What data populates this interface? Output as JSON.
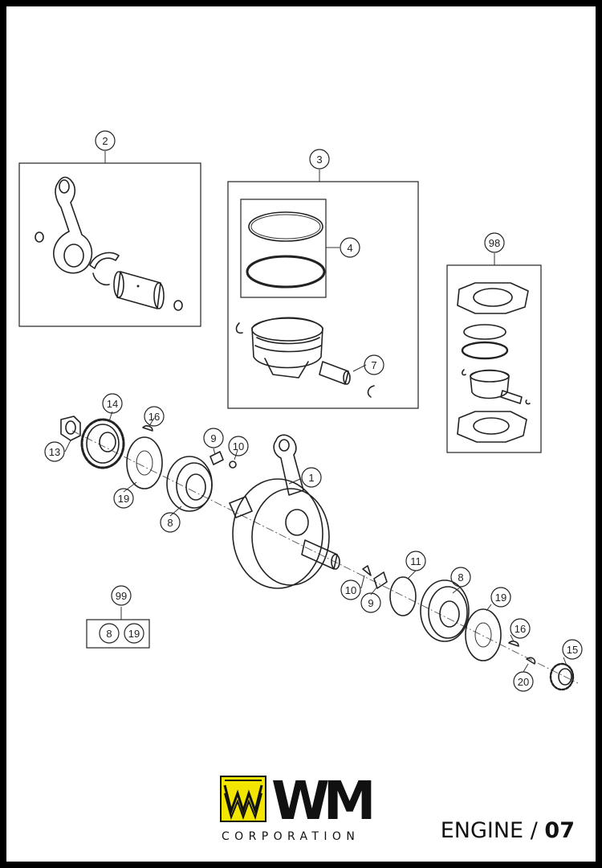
{
  "footer": {
    "brand": "WM",
    "brand_sub": "CORPORATION",
    "section_name": "ENGINE",
    "section_separator": "/",
    "section_number": "07"
  },
  "colors": {
    "logo_accent": "#f2e600",
    "ink": "#222222",
    "frame": "#000000"
  },
  "callouts": {
    "c1": "1",
    "c2": "2",
    "c3": "3",
    "c4": "4",
    "c7": "7",
    "c8a": "8",
    "c8b": "8",
    "c8c": "8",
    "c9a": "9",
    "c9b": "9",
    "c10a": "10",
    "c10b": "10",
    "c11": "11",
    "c13": "13",
    "c14": "14",
    "c15": "15",
    "c16a": "16",
    "c16b": "16",
    "c19a": "19",
    "c19b": "19",
    "c19c": "19",
    "c20": "20",
    "c98": "98",
    "c99": "99"
  }
}
